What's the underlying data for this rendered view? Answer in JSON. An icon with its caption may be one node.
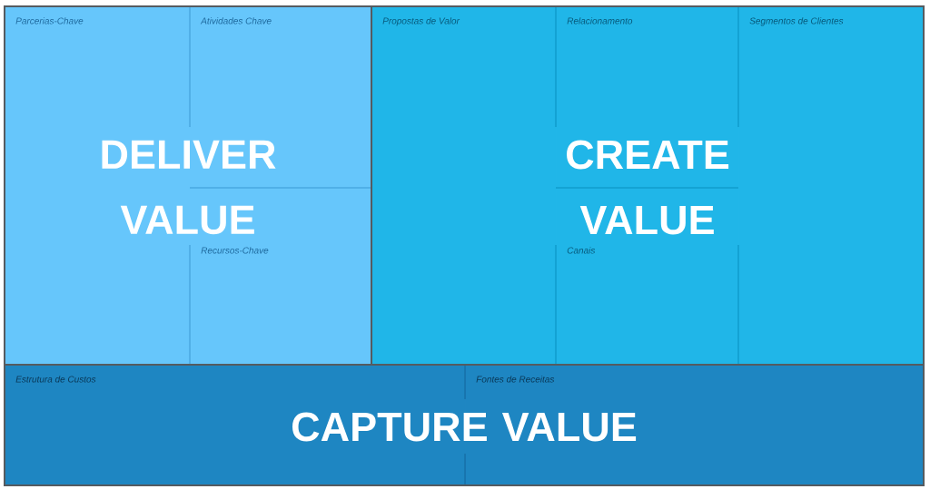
{
  "diagram": {
    "nodes": [
      {
        "text": [
          "Parcerias-Chave"
        ]
      },
      {
        "text": [
          "Atividades Chave"
        ]
      },
      {
        "text": [
          "Recursos-Chave"
        ]
      },
      {
        "text": [
          "Propostas de Valor"
        ]
      },
      {
        "text": [
          "Relacionamento"
        ]
      },
      {
        "text": [
          "Canais"
        ]
      },
      {
        "text": [
          "Segmentos de Clientes"
        ]
      },
      {
        "text": [
          "Estrutura de Custos"
        ]
      },
      {
        "text": [
          "Fontes de Receitas"
        ]
      }
    ],
    "labels": [
      "DELIVER VALUE",
      "CREATE VALUE",
      "CAPTURE VALUE"
    ]
  }
}
